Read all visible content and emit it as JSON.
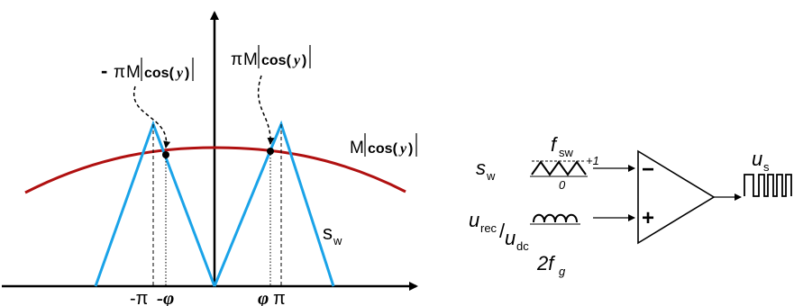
{
  "left": {
    "label_neg_pi_m_cos": {
      "prefix": "-",
      "pi": "π",
      "m": "M",
      "cos": "cos(",
      "y": "y",
      "close": ")"
    },
    "label_pi_m_cos": {
      "pi": "π",
      "m": "M",
      "cos": "cos(",
      "y": "y",
      "close": ")"
    },
    "label_m_cos": {
      "m": "M",
      "cos": "cos(",
      "y": "y",
      "close": ")"
    },
    "label_sw": {
      "s": "s",
      "sub": "w"
    },
    "axis_ticks": {
      "neg_pi": "-π",
      "neg_phi": "-φ",
      "phi": "φ",
      "pi": "π"
    }
  },
  "right": {
    "fsw": {
      "f": "f",
      "sub": "sw"
    },
    "plus_one": "+1",
    "zero": "0",
    "sw": {
      "s": "s",
      "sub": "w"
    },
    "urec": {
      "u": "u",
      "sub": "rec",
      "slash": "/",
      "u2": "u",
      "sub2": "dc"
    },
    "two_fg": {
      "main": "2f",
      "sub": "g"
    },
    "minus": "−",
    "plus": "+",
    "us": {
      "u": "u",
      "sub": "s"
    }
  },
  "colors": {
    "triangle": "#1aa3e8",
    "cosine": "#b01010",
    "axis": "#000000"
  }
}
